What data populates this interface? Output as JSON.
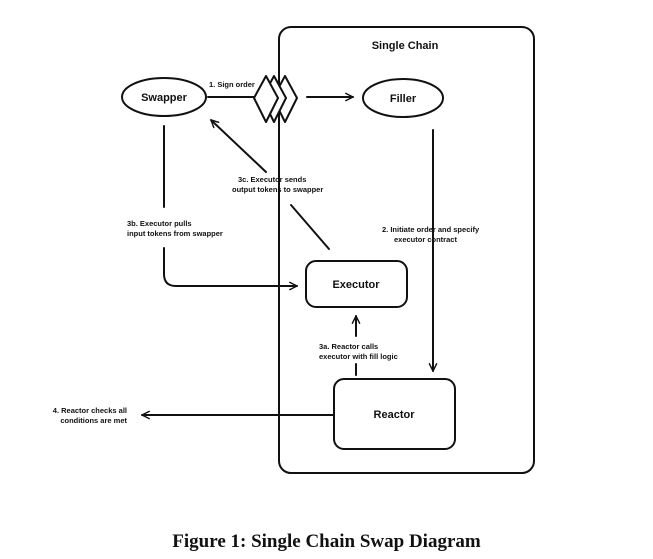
{
  "diagram": {
    "container_title": "Single Chain",
    "nodes": {
      "swapper": "Swapper",
      "filler": "Filler",
      "executor": "Executor",
      "reactor": "Reactor"
    },
    "labels": {
      "step1": "1. Sign order",
      "step2_line1": "2. Initiate order and specify",
      "step2_line2": "executor contract",
      "step3a_line1": "3a. Reactor calls",
      "step3a_line2": "executor with fill logic",
      "step3b_line1": "3b. Executor pulls",
      "step3b_line2": "input tokens from swapper",
      "step3c_line1": "3c. Executor sends",
      "step3c_line2": "output tokens to swapper",
      "step4_line1": "4. Reactor checks all",
      "step4_line2": "conditions are met"
    }
  },
  "caption": "Figure 1: Single Chain Swap Diagram"
}
